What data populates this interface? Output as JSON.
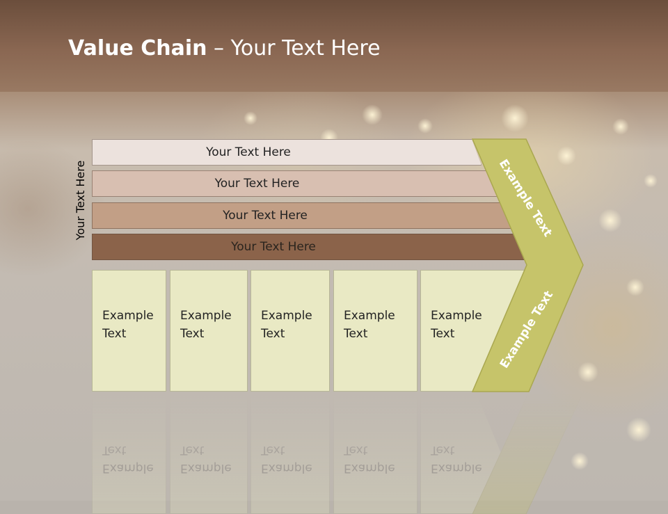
{
  "title": {
    "bold": "Value Chain",
    "rest": " – Your Text Here"
  },
  "side_label": "Your Text Here",
  "bars": [
    "Your Text Here",
    "Your Text Here",
    "Your Text Here",
    "Your Text Here"
  ],
  "columns": [
    "Example\nText",
    "Example\nText",
    "Example\nText",
    "Example\nText",
    "Example\nText"
  ],
  "chevron": {
    "upper_label": "Example Text",
    "lower_label": "Example Text"
  },
  "colors": {
    "header": "#7a5a46",
    "bar1": "#ece2dd",
    "bar2": "#d8bfb1",
    "bar3": "#c29f86",
    "bar4": "#8b634a",
    "columns": "#e9e9c4",
    "chevron": "#c6c46a"
  }
}
